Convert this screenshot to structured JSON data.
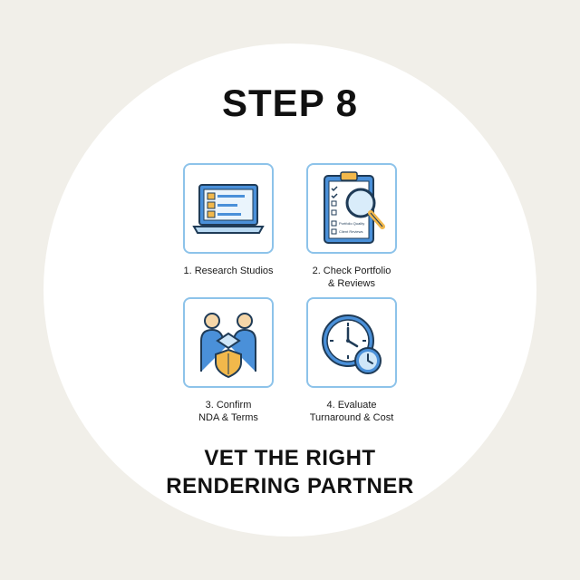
{
  "title": "STEP 8",
  "steps": [
    {
      "lines": [
        "1. Research Studios"
      ],
      "icon": "laptop-icon"
    },
    {
      "lines": [
        "2. Check Portfolio",
        "& Reviews"
      ],
      "icon": "clipboard-magnifier-icon",
      "icon_text": [
        "Portfolio Quality",
        "Client Reviews"
      ]
    },
    {
      "lines": [
        "3. Confirm",
        "NDA & Terms"
      ],
      "icon": "handshake-shield-icon"
    },
    {
      "lines": [
        "4. Evaluate",
        "Turnaround & Cost"
      ],
      "icon": "clock-icon"
    }
  ],
  "footer": {
    "lines": [
      "VET THE RIGHT",
      "RENDERING PARTNER"
    ]
  },
  "colors": {
    "accent": "#8dc3ea",
    "blue": "#4a90d9",
    "gold": "#f2b84b",
    "outline": "#1f3b57"
  }
}
